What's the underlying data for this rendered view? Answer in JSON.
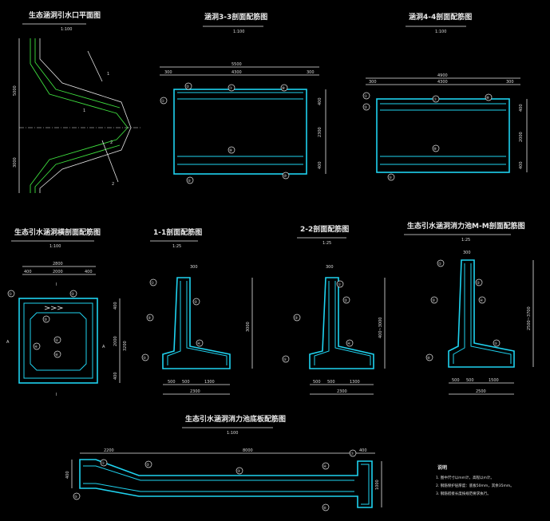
{
  "plan": {
    "title": "生态涵洞引水口平面图",
    "scale": "1:100",
    "dims": [
      "5000",
      "3000"
    ],
    "cuts": [
      "1",
      "1",
      "2",
      "2"
    ]
  },
  "sec33": {
    "title": "涵洞3-3剖面配筋图",
    "scale": "1:100",
    "dims": [
      "5500",
      "300",
      "4300",
      "300",
      "400",
      "2300",
      "400"
    ],
    "labels": [
      "①",
      "②",
      "⑦",
      "⑧",
      "⑨",
      "⑩",
      "⑤"
    ]
  },
  "sec44": {
    "title": "涵洞4-4剖面配筋图",
    "scale": "1:100",
    "dims": [
      "4900",
      "300",
      "4300",
      "300",
      "400",
      "2000",
      "400"
    ],
    "labels": [
      "①",
      "②",
      "⑦",
      "⑧",
      "⑨",
      "⑤"
    ]
  },
  "culvert": {
    "title": "生态引水涵洞横剖面配筋图",
    "scale": "1:100",
    "dims": [
      "2800",
      "400",
      "2000",
      "400",
      "400",
      "2000",
      "400",
      "3200"
    ],
    "cuts": [
      "I",
      "I",
      "A",
      "A"
    ],
    "labels": [
      "①",
      "②",
      "③",
      "④",
      "⑤",
      "⑥"
    ]
  },
  "sec11": {
    "title": "1-1剖面配筋图",
    "scale": "1:25",
    "dims": [
      "300",
      "3000",
      "500",
      "500",
      "1300",
      "2300"
    ],
    "labels": [
      "①",
      "②",
      "③",
      "④",
      "⑤"
    ]
  },
  "sec22": {
    "title": "2-2剖面配筋图",
    "scale": "1:25",
    "dims": [
      "300",
      "400~3000",
      "500",
      "500",
      "1300",
      "2300"
    ],
    "labels": [
      "①",
      "②",
      "③",
      "④",
      "⑤"
    ]
  },
  "secMM": {
    "title": "生态引水涵洞消力池M-M剖面配筋图",
    "scale": "1:25",
    "dims": [
      "300",
      "2500~3700",
      "500",
      "500",
      "1500",
      "2500"
    ],
    "labels": [
      "①",
      "②",
      "③",
      "④",
      "⑤",
      "⑥"
    ]
  },
  "basin": {
    "title": "生态引水涵洞消力池底板配筋图",
    "scale": "1:100",
    "dims": [
      "2200",
      "8000",
      "400",
      "400",
      "1000"
    ],
    "labels": [
      "①",
      "②",
      "③",
      "④",
      "⑤",
      "⑥",
      "⑦"
    ]
  },
  "notes": {
    "heading": "说明",
    "items": [
      "1. 图中尺寸以mm计，高程以m计。",
      "2. 钢筋保护层厚度：底板50mm，其余35mm。",
      "3. 钢筋搭接长度按规范要求执行。"
    ]
  }
}
